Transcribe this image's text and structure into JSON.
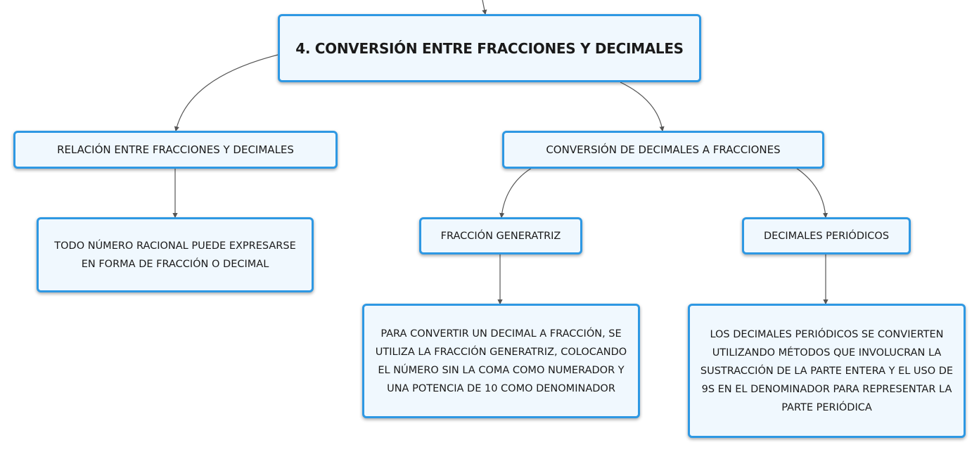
{
  "map": {
    "main": "4. CONVERSIÓN ENTRE FRACCIONES Y DECIMALES",
    "relacion": "RELACIÓN ENTRE FRACCIONES Y DECIMALES",
    "conversion": "CONVERSIÓN DE DECIMALES A FRACCIONES",
    "relacion_detail": "TODO NÚMERO RACIONAL PUEDE EXPRESARSE EN FORMA DE FRACCIÓN O DECIMAL",
    "fraccion_generatriz": "FRACCIÓN GENERATRIZ",
    "decimales_periodicos": "DECIMALES PERIÓDICOS",
    "generatriz_detail": "PARA CONVERTIR UN DECIMAL A FRACCIÓN, SE UTILIZA LA FRACCIÓN GENERATRIZ, COLOCANDO EL NÚMERO SIN LA COMA COMO NUMERADOR Y UNA POTENCIA DE 10 COMO DENOMINADOR",
    "periodicos_detail": "LOS DECIMALES PERIÓDICOS SE CONVIERTEN UTILIZANDO MÉTODOS QUE INVOLUCRAN LA SUSTRACCIÓN DE LA PARTE ENTERA Y EL USO DE 9S EN EL DENOMINADOR PARA REPRESENTAR LA PARTE PERIÓDICA"
  },
  "colors": {
    "node_border": "#2e98e3",
    "node_fill": "#f0f8fe",
    "connector": "#555555"
  }
}
